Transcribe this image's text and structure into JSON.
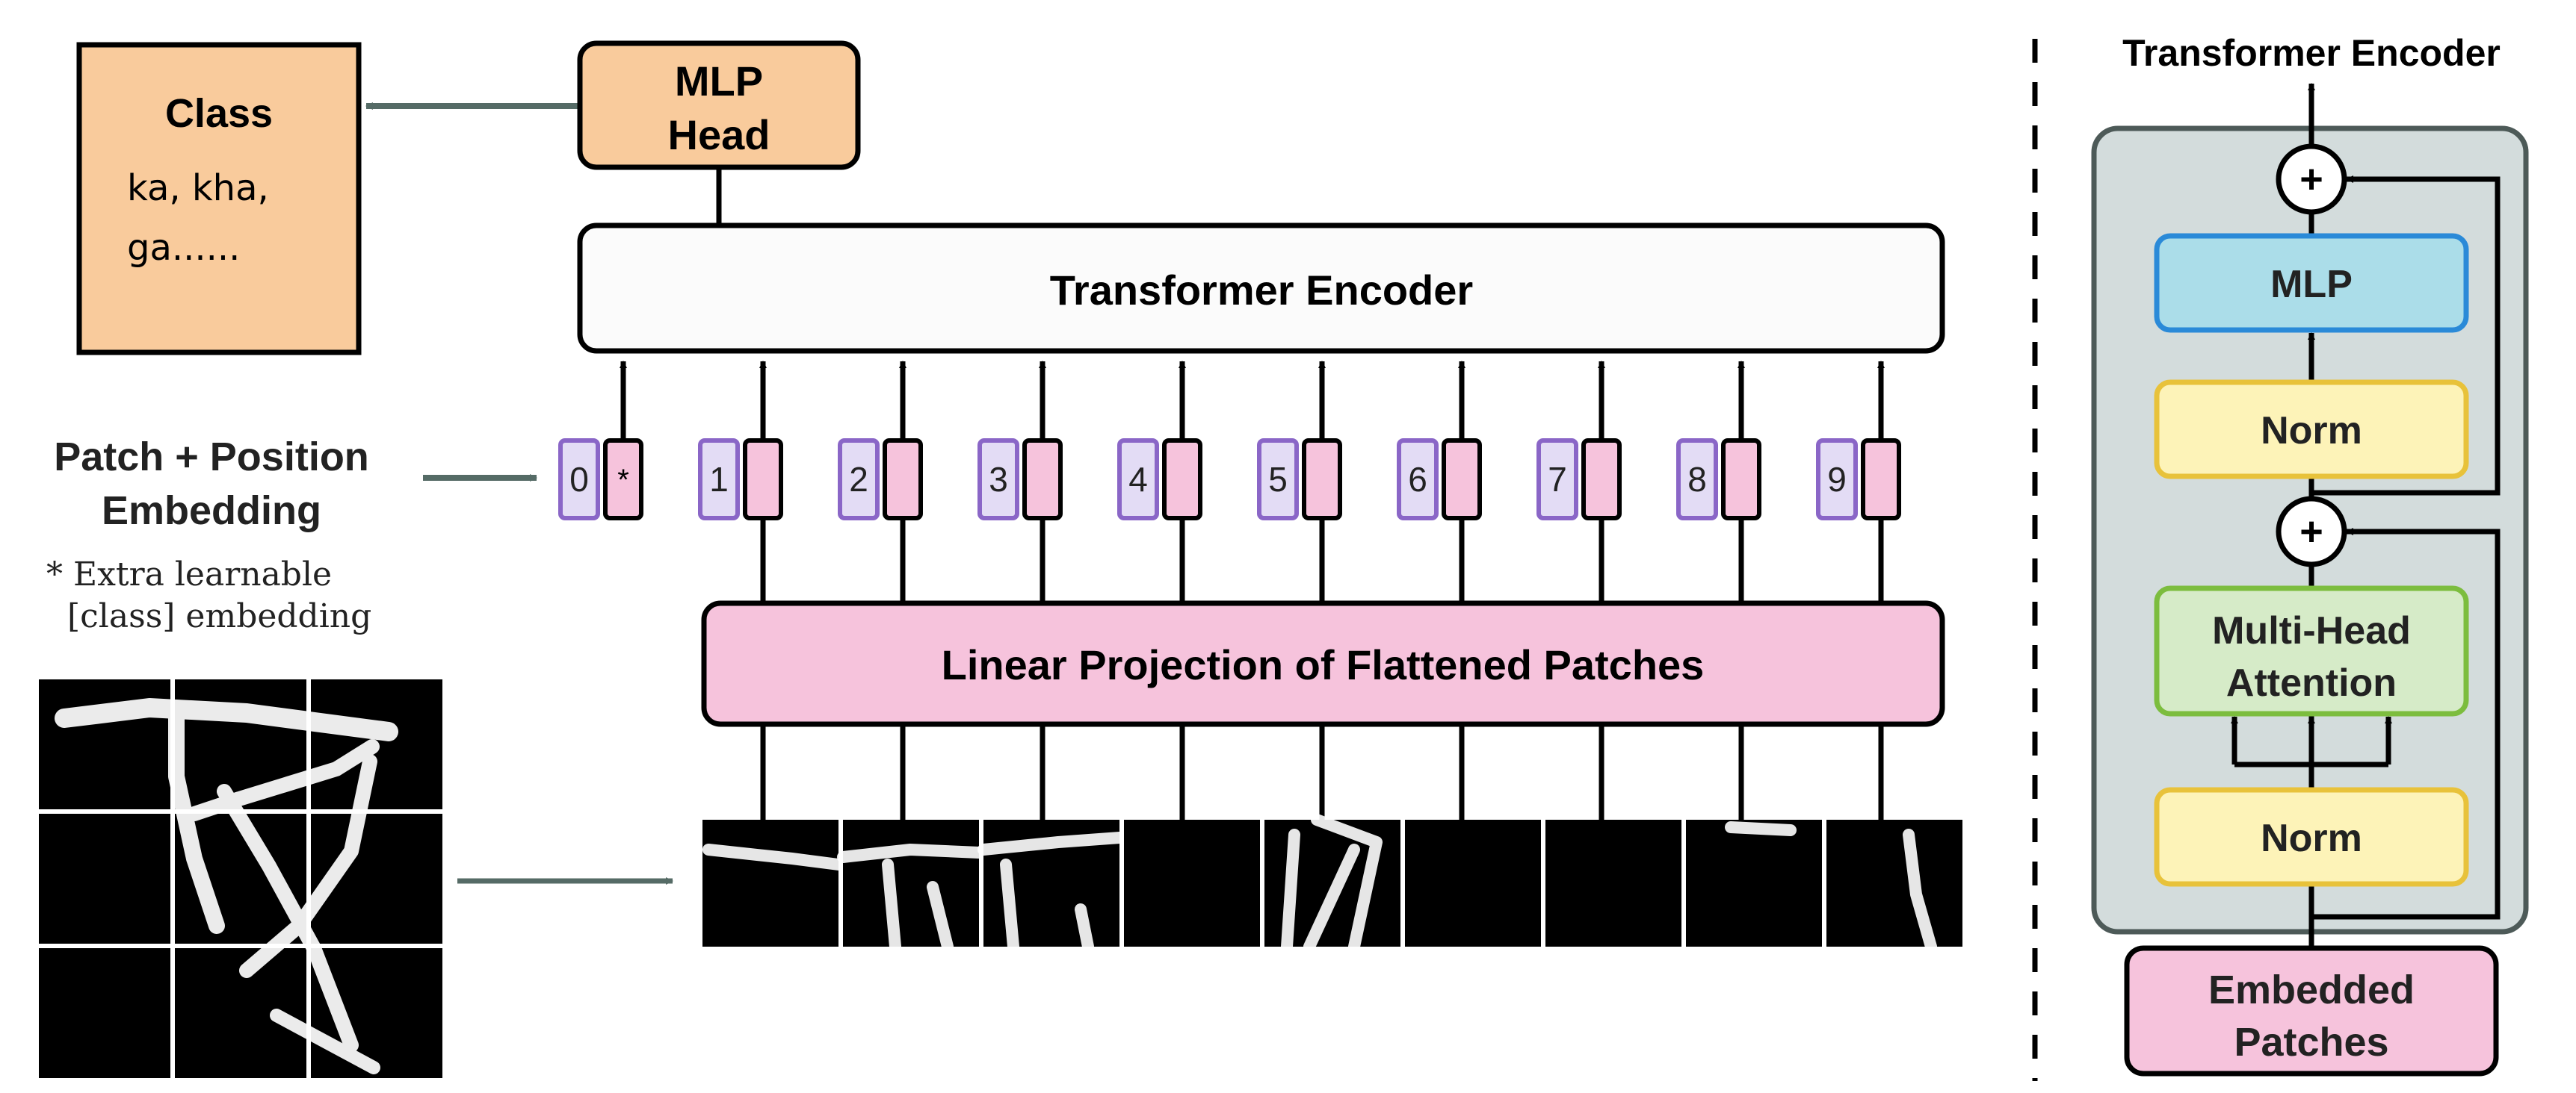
{
  "main": {
    "class_box": {
      "title": "Class",
      "line1": "ka, kha,",
      "line2": "ga......"
    },
    "mlp_head": {
      "line1": "MLP",
      "line2": "Head"
    },
    "encoder_label": "Transformer Encoder",
    "embedding_label": {
      "line1": "Patch + Position",
      "line2": "Embedding"
    },
    "extra_note": {
      "line1": "* Extra learnable",
      "line2": "[class] embedding"
    },
    "class_token_marker": "*",
    "position_indices": [
      "0",
      "1",
      "2",
      "3",
      "4",
      "5",
      "6",
      "7",
      "8",
      "9"
    ],
    "projection_label": "Linear Projection of Flattened Patches"
  },
  "detail": {
    "title": "Transformer Encoder",
    "plus_symbol": "+",
    "mlp": "MLP",
    "norm_top": "Norm",
    "attention": {
      "line1": "Multi-Head",
      "line2": "Attention"
    },
    "norm_bottom": "Norm",
    "embedded": {
      "line1": "Embedded",
      "line2": "Patches"
    }
  },
  "colors": {
    "orange_fill": "#f9cb9c",
    "pink_fill": "#f6c3dc",
    "purple_fill": "#e3dcf5",
    "purple_stroke": "#8a66c7",
    "gray_panel": "#d3dcdc",
    "mlp_blue_fill": "#abdde9",
    "mlp_blue_stroke": "#2a8ad8",
    "norm_yellow_fill": "#fdf3b8",
    "norm_yellow_stroke": "#e8c23a",
    "attn_green_fill": "#d6ebc8",
    "attn_green_stroke": "#7cbd3e",
    "arrow_gray": "#556b66"
  }
}
